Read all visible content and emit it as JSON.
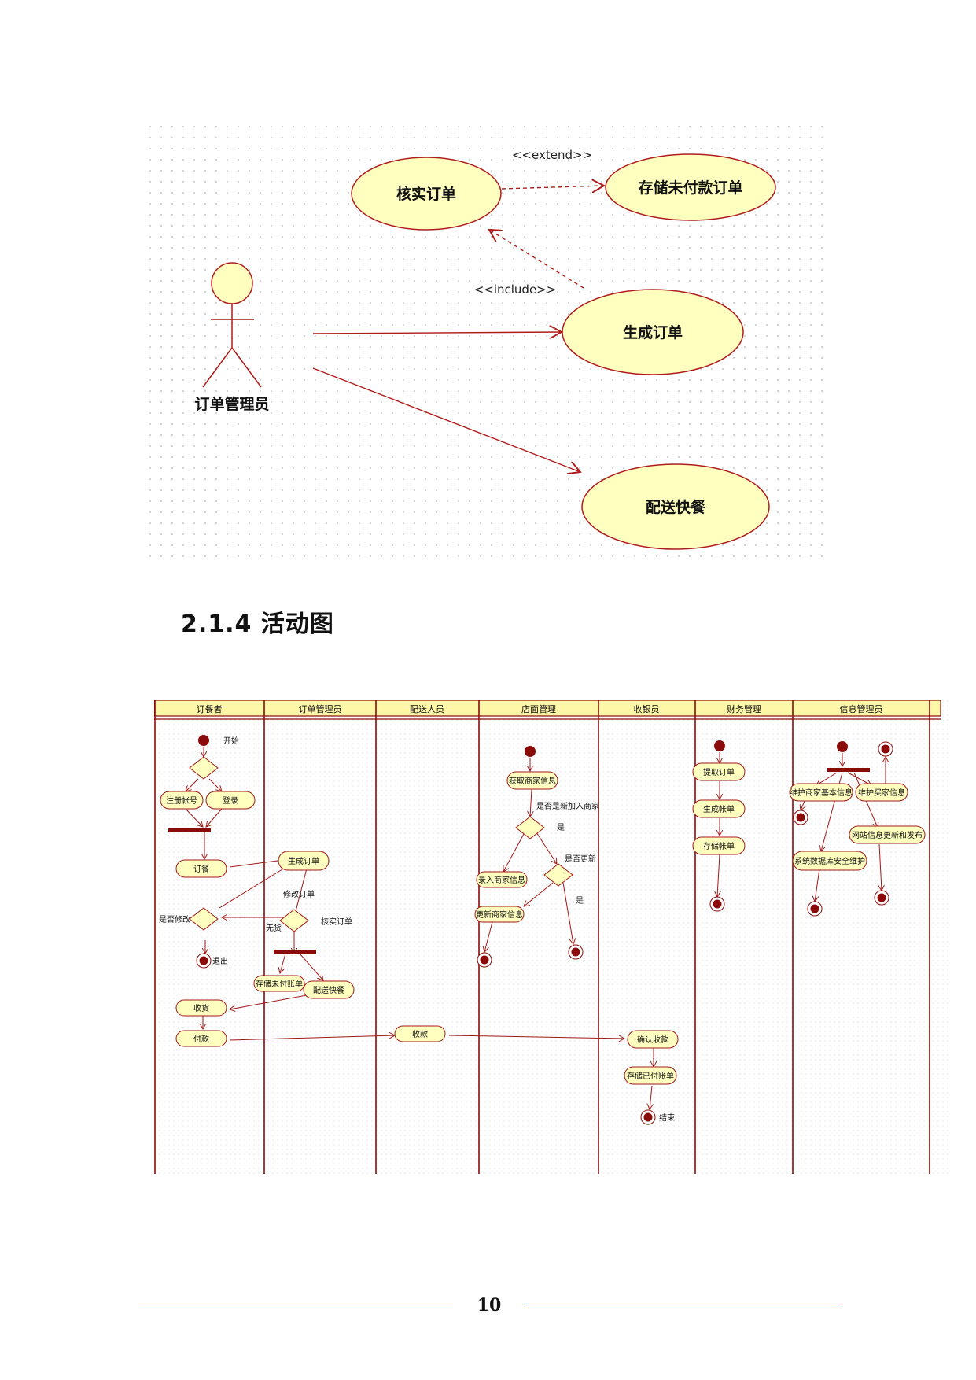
{
  "usecase": {
    "actor": "订单管理员",
    "cases": {
      "verify": "核实订单",
      "store_unpaid": "存储未付款订单",
      "generate": "生成订单",
      "deliver": "配送快餐"
    },
    "stereotypes": {
      "extend": "<<extend>>",
      "include": "<<include>>"
    }
  },
  "section": {
    "heading": "2.1.4 活动图"
  },
  "activity": {
    "lanes": [
      "订餐者",
      "订单管理员",
      "配送人员",
      "店面管理",
      "收银员",
      "财务管理",
      "信息管理员"
    ],
    "nodes": {
      "register": "注册帐号",
      "login": "登录",
      "order": "订餐",
      "receive_goods": "收货",
      "pay": "付款",
      "generate_order": "生成订单",
      "store_unpaid": "存储未付账单",
      "deliver": "配送快餐",
      "collect": "收款",
      "get_merchant": "获取商家信息",
      "enter_merchant": "录入商家信息",
      "update_merchant": "更新商家信息",
      "confirm_payment": "确认收款",
      "store_paid": "存储已付账单",
      "fetch_order": "提取订单",
      "gen_bill": "生成帐单",
      "store_bill": "存储帐单",
      "maintain_merchant": "维护商家基本信息",
      "maintain_buyer": "维护买家信息",
      "site_update": "网站信息更新和发布",
      "db_security": "系统数据库安全维护"
    },
    "labels": {
      "start": "开始",
      "modify_q": "是否修改",
      "exit": "退出",
      "modify_order": "修改订单",
      "no_stock": "无货",
      "verify_order": "核实订单",
      "new_merchant_q": "是否是新加入商家",
      "yes": "是",
      "update_q": "是否更新",
      "end": "结束"
    }
  },
  "footer": {
    "page_number": "10"
  },
  "colors": {
    "fill": "#ffffc0",
    "stroke": "#a01818",
    "node_dark": "#8b0a0a",
    "bar": "#8b0a0a",
    "lane_header": "#fff7a8"
  }
}
